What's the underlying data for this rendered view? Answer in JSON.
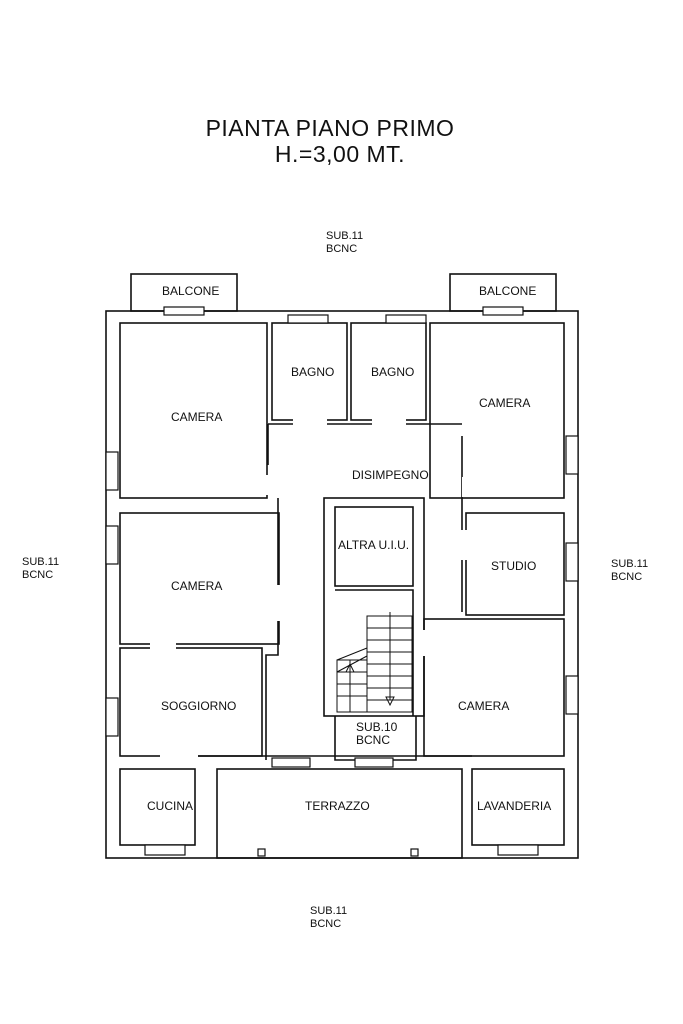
{
  "title": {
    "line1": "PIANTA PIANO PRIMO",
    "line2": "H.=3,00 MT."
  },
  "surroundings": {
    "top_line1": "SUB.11",
    "top_line2": "BCNC",
    "left_line1": "SUB.11",
    "left_line2": "BCNC",
    "right_line1": "SUB.11",
    "right_line2": "BCNC",
    "bottom_line1": "SUB.11",
    "bottom_line2": "BCNC"
  },
  "rooms": {
    "balcone_left": "BALCONE",
    "balcone_right": "BALCONE",
    "camera_nw": "CAMERA",
    "bagno_1": "BAGNO",
    "bagno_2": "BAGNO",
    "camera_ne": "CAMERA",
    "disimpegno": "DISIMPEGNO",
    "altra_uiu": "ALTRA U.I.U.",
    "camera_w": "CAMERA",
    "studio": "STUDIO",
    "soggiorno": "SOGGIORNO",
    "camera_se": "CAMERA",
    "cucina": "CUCINA",
    "terrazzo": "TERRAZZO",
    "lavanderia": "LAVANDERIA"
  },
  "stair": {
    "line1": "SUB.10",
    "line2": "BCNC"
  }
}
